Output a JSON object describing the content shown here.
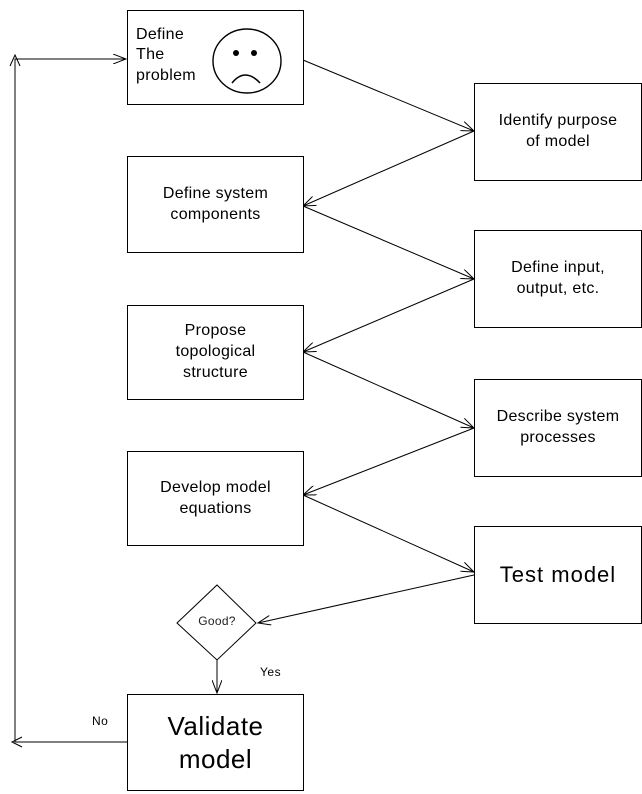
{
  "diagram": {
    "nodes": {
      "define_problem": "Define\nThe\nproblem",
      "identify_purpose": "Identify purpose\nof model",
      "define_components": "Define system\ncomponents",
      "define_io": "Define input,\noutput, etc.",
      "propose_structure": "Propose\ntopological\nstructure",
      "describe_processes": "Describe system\nprocesses",
      "develop_equations": "Develop model\nequations",
      "test_model": "Test model",
      "validate_model": "Validate\nmodel"
    },
    "decision": "Good?",
    "edge_labels": {
      "yes": "Yes",
      "no": "No"
    },
    "icons": {
      "problem_face": "sad-face-icon"
    },
    "colors": {
      "line": "#000000",
      "background": "#ffffff"
    }
  }
}
